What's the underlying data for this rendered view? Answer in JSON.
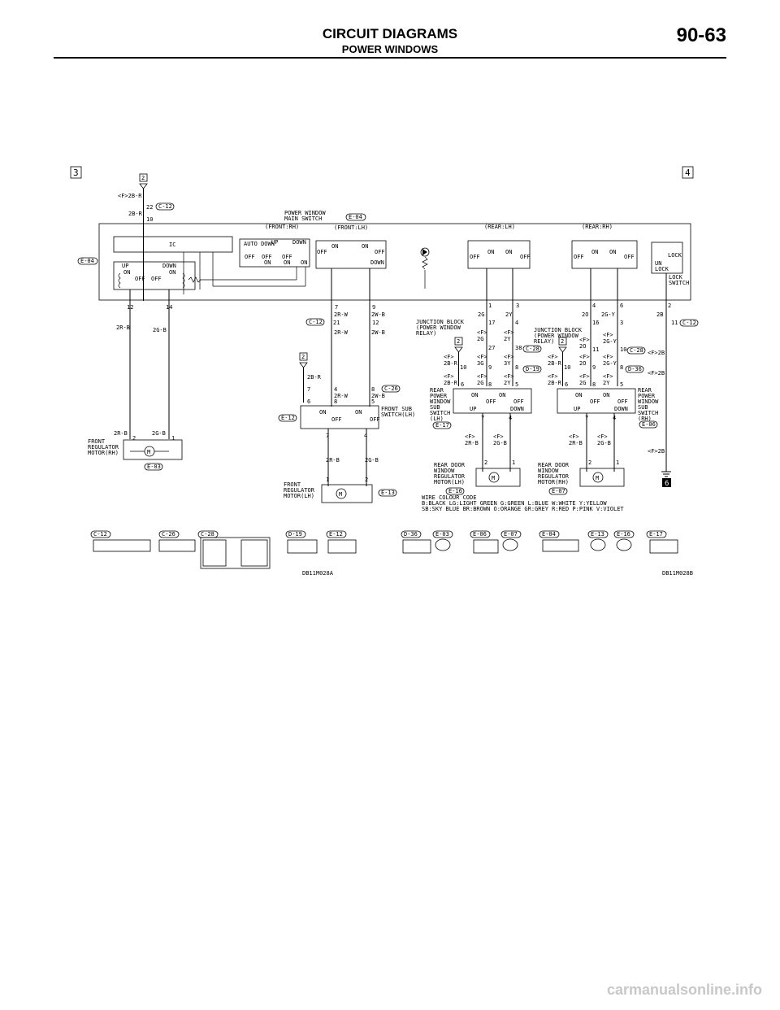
{
  "header": {
    "title": "CIRCUIT DIAGRAMS",
    "subtitle": "POWER WINDOWS",
    "page_number": "90-63"
  },
  "diagram": {
    "sheet_markers": [
      "3",
      "4"
    ],
    "ground_marker": "6",
    "fuse_marker": "2",
    "switches": {
      "main_switch": "POWER WINDOW\nMAIN SWITCH",
      "front_rh": "(FRONT:RH)",
      "front_lh": "(FRONT:LH)",
      "rear_lh": "(REAR:LH)",
      "rear_rh": "(REAR:RH)",
      "ic": "IC",
      "lock_switch": "LOCK\nSWITCH",
      "lock": "LOCK",
      "unlock": "UN\nLOCK",
      "front_sub_switch": "FRONT SUB\nSWITCH(LH)",
      "rear_sub_switch_lh": "REAR\nPOWER\nWINDOW\nSUB\nSWITCH\n(LH)",
      "rear_sub_switch_rh": "REAR\nPOWER\nWINDOW\nSUB\nSWITCH\n(RH)",
      "junction_block_lh": "JUNCTION BLOCK\n(POWER WINDOW\nRELAY)",
      "junction_block_rh": "JUNCTION BLOCK\n(POWER WINDOW\nRELAY)"
    },
    "switch_positions": {
      "auto_down": "AUTO\nDOWN",
      "up": "UP",
      "down": "DOWN",
      "on": "ON",
      "off": "OFF"
    },
    "motors": {
      "front_rh": "FRONT\nREGULATOR\nMOTOR(RH)",
      "front_lh": "FRONT\nREGULATOR\nMOTOR(LH)",
      "rear_lh": "REAR DOOR\nWINDOW\nREGULATOR\nMOTOR(LH)",
      "rear_rh": "REAR DOOR\nWINDOW\nREGULATOR\nMOTOR(RH)",
      "motor_symbol": "M"
    },
    "connectors": {
      "c12": "C-12",
      "c26": "C-26",
      "c28": "C-28",
      "d19": "D-19",
      "d36": "D-36",
      "e03": "E-03",
      "e04": "E-04",
      "e06": "E-06",
      "e07": "E-07",
      "e12": "E-12",
      "e13": "E-13",
      "e16": "E-16",
      "e17": "E-17"
    },
    "wires": {
      "f2br": "<F>2B-R",
      "two_br": "2B-R",
      "two_rb": "2R-B",
      "two_gb": "2G-B",
      "two_rw": "2R-W",
      "two_wb": "2W-B",
      "two_g": "2G",
      "two_y": "2Y",
      "two_o": "2O",
      "two_gy": "2G-Y",
      "two_b": "2B",
      "f2b": "<F>2B",
      "f": "<F>",
      "three_g": "3G",
      "three_y": "3Y"
    },
    "pins": {
      "p22": "22",
      "p10": "10",
      "p12": "12",
      "p14": "14",
      "p7": "7",
      "p9": "9",
      "p21": "21",
      "p1": "1",
      "p3": "3",
      "p4": "4",
      "p6": "6",
      "p2": "2",
      "p17": "17",
      "p16": "16",
      "p11": "11",
      "p27": "27",
      "p38": "38",
      "p8": "8",
      "p5": "5"
    },
    "wire_colour_code": {
      "heading": "WIRE COLOUR CODE",
      "line1": "B:BLACK  LG:LIGHT GREEN  G:GREEN  L:BLUE  W:WHITE  Y:YELLOW",
      "line2": "SB:SKY BLUE  BR:BROWN  O:ORANGE  GR:GREY  R:RED  P:PINK  V:VIOLET"
    },
    "figure_codes": [
      "DB11M028A",
      "DB11M028B"
    ]
  },
  "watermark": "carmanualsonline.info"
}
